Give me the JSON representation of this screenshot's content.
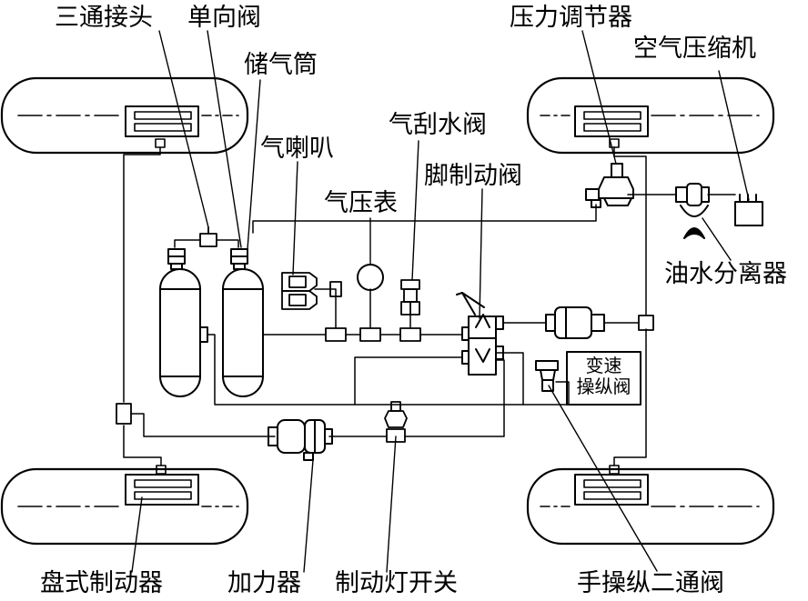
{
  "labels": {
    "tee_joint": "三通接头",
    "check_valve": "单向阀",
    "air_tank": "储气筒",
    "air_horn": "气喇叭",
    "pressure_gauge": "气压表",
    "wiper_valve": "气刮水阀",
    "foot_brake_valve": "脚制动阀",
    "pressure_regulator": "压力调节器",
    "air_compressor": "空气压缩机",
    "oil_water_separator": "油水分离器",
    "gearshift_valve_line1": "变速",
    "gearshift_valve_line2": "操纵阀",
    "disc_brake": "盘式制动器",
    "booster": "加力器",
    "brake_light_switch": "制动灯开关",
    "manual_two_way_valve": "手操纵二通阀"
  }
}
